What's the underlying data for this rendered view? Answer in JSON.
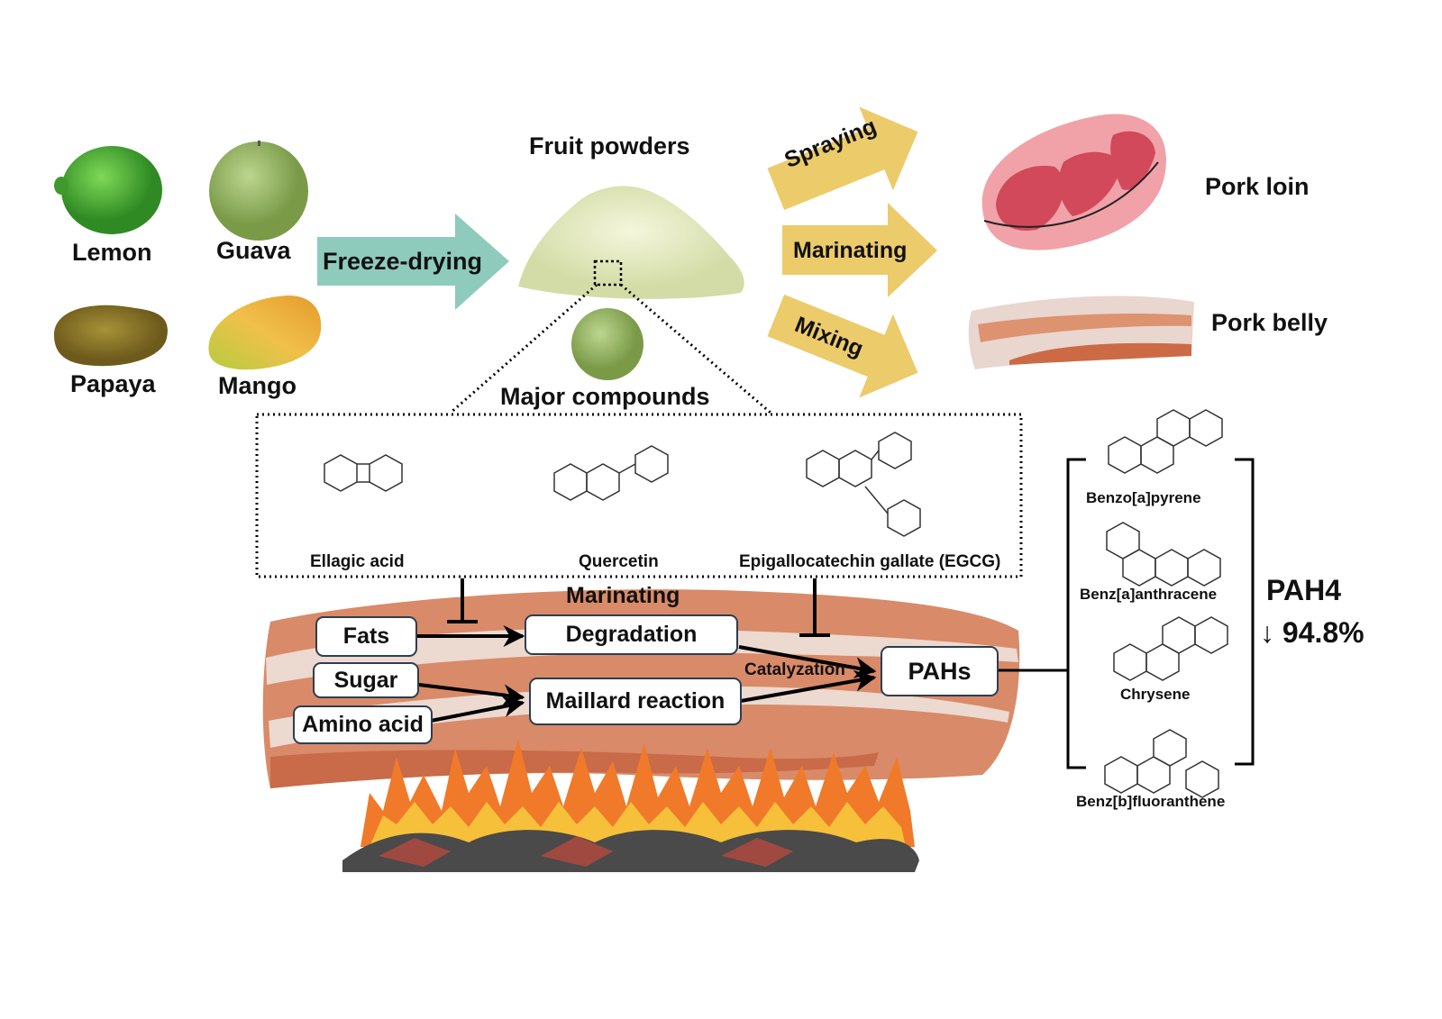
{
  "fruits": [
    {
      "name": "Lemon",
      "color": "#4caf3a"
    },
    {
      "name": "Guava",
      "color": "#9cbc6a"
    },
    {
      "name": "Papaya",
      "color": "#8a7a2e"
    },
    {
      "name": "Mango",
      "color": "#e9b23a"
    }
  ],
  "process": {
    "freeze_drying": "Freeze-drying",
    "fruit_powders": "Fruit powders",
    "major_compounds": "Major compounds"
  },
  "application_methods": [
    "Spraying",
    "Marinating",
    "Mixing"
  ],
  "meats": [
    "Pork loin",
    "Pork belly"
  ],
  "compounds": [
    "Ellagic acid",
    "Quercetin",
    "Epigallocatechin gallate (EGCG)"
  ],
  "reaction": {
    "marinating_label": "Marinating",
    "inputs": [
      "Fats",
      "Sugar",
      "Amino acid"
    ],
    "degradation": "Degradation",
    "maillard": "Maillard reaction",
    "catalyzation": "Catalyzation",
    "pahs": "PAHs"
  },
  "pah4": {
    "title": "PAH4",
    "reduction": "94.8%",
    "reduction_arrow": "↓",
    "members": [
      "Benzo[a]pyrene",
      "Benz[a]anthracene",
      "Chrysene",
      "Benz[b]fluoranthene"
    ]
  },
  "colors": {
    "teal_arrow": "#8ecbbd",
    "yellow_arrow": "#eccb6b",
    "powder": "#e7ecc4",
    "bacon_dark": "#d98a68",
    "bacon_light": "#ecd9d0",
    "meat_red": "#d1495b",
    "flame_orange": "#f07a2a",
    "coal": "#4a4a4a"
  }
}
